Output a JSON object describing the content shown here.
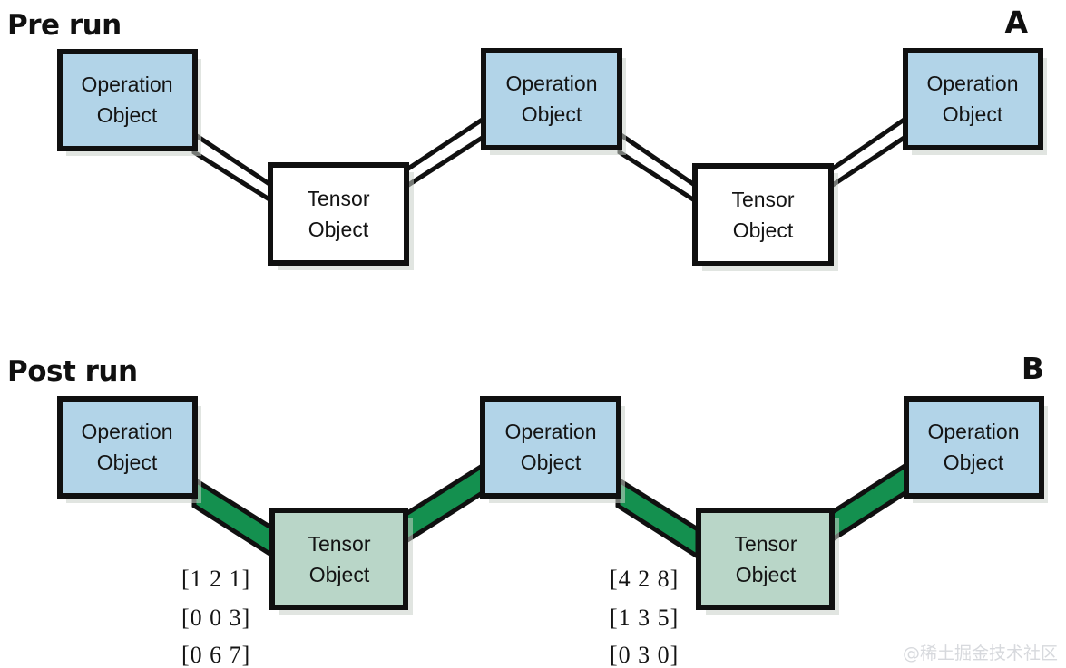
{
  "figure": {
    "title_a": "Pre run",
    "title_b": "Post run",
    "letter_a": "A",
    "letter_b": "B",
    "watermark": "@稀土掘金技术社区"
  },
  "colors": {
    "operation_fill": "#b2d4e8",
    "tensor_pre_fill": "#ffffff",
    "tensor_post_fill": "#b9d6c8",
    "connector_pre_fill": "#ffffff",
    "connector_post_fill": "#14904f",
    "outline": "#101010",
    "text": "#141414",
    "watermark": "#d7d9dd"
  },
  "pre_run": {
    "operations": [
      {
        "line1": "Operation",
        "line2": "Object"
      },
      {
        "line1": "Operation",
        "line2": "Object"
      },
      {
        "line1": "Operation",
        "line2": "Object"
      }
    ],
    "tensors": [
      {
        "line1": "Tensor",
        "line2": "Object"
      },
      {
        "line1": "Tensor",
        "line2": "Object"
      }
    ]
  },
  "post_run": {
    "operations": [
      {
        "line1": "Operation",
        "line2": "Object"
      },
      {
        "line1": "Operation",
        "line2": "Object"
      },
      {
        "line1": "Operation",
        "line2": "Object"
      }
    ],
    "tensors": [
      {
        "line1": "Tensor",
        "line2": "Object",
        "matrix": [
          "[1 2 1]",
          "[0 0 3]",
          "[0 6 7]"
        ]
      },
      {
        "line1": "Tensor",
        "line2": "Object",
        "matrix": [
          "[4 2 8]",
          "[1 3 5]",
          "[0 3 0]"
        ]
      }
    ]
  }
}
